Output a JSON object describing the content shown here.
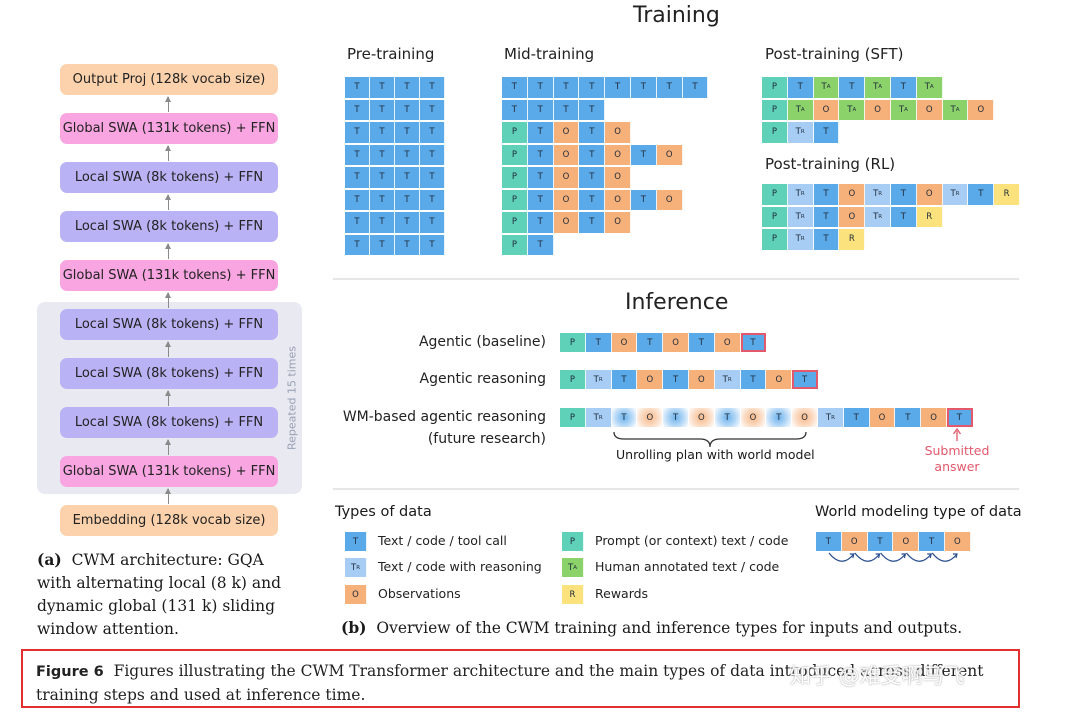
{
  "architecture": {
    "blocks": [
      {
        "label": "Output Proj  (128k vocab size)",
        "color": "peach"
      },
      {
        "label": "Global SWA  (131k tokens)  + FFN",
        "color": "pink"
      },
      {
        "label": "Local SWA  (8k tokens)  + FFN",
        "color": "lav"
      },
      {
        "label": "Local SWA  (8k tokens)  + FFN",
        "color": "lav"
      },
      {
        "label": "Global SWA  (131k tokens)  + FFN",
        "color": "pink"
      },
      {
        "label": "Local SWA  (8k tokens)  + FFN",
        "color": "lav"
      },
      {
        "label": "Local SWA  (8k tokens)  + FFN",
        "color": "lav"
      },
      {
        "label": "Local SWA  (8k tokens)  + FFN",
        "color": "lav"
      },
      {
        "label": "Global SWA  (131k tokens)  + FFN",
        "color": "pink"
      },
      {
        "label": "Embedding  (128k vocab size)",
        "color": "peach"
      }
    ],
    "repeat_label": "Repeated 15 times",
    "caption_tag": "(a)",
    "caption_lines": [
      "CWM architecture: GQA",
      "with alternating local (8 k) and",
      "dynamic global (131 k) sliding",
      "window attention."
    ]
  },
  "training": {
    "title": "Training",
    "pretraining": {
      "title": "Pre-training",
      "rows": [
        [
          "T",
          "T",
          "T",
          "T"
        ],
        [
          "T",
          "T",
          "T",
          "T"
        ],
        [
          "T",
          "T",
          "T",
          "T"
        ],
        [
          "T",
          "T",
          "T",
          "T"
        ],
        [
          "T",
          "T",
          "T",
          "T"
        ],
        [
          "T",
          "T",
          "T",
          "T"
        ],
        [
          "T",
          "T",
          "T",
          "T"
        ],
        [
          "T",
          "T",
          "T",
          "T"
        ]
      ]
    },
    "midtraining": {
      "title": "Mid-training",
      "rows": [
        [
          "T",
          "T",
          "T",
          "T",
          "T",
          "T",
          "T",
          "T"
        ],
        [
          "T",
          "T",
          "T",
          "T"
        ],
        [
          "P",
          "T",
          "O",
          "T",
          "O"
        ],
        [
          "P",
          "T",
          "O",
          "T",
          "O",
          "T",
          "O"
        ],
        [
          "P",
          "T",
          "O",
          "T",
          "O"
        ],
        [
          "P",
          "T",
          "O",
          "T",
          "O",
          "T",
          "O"
        ],
        [
          "P",
          "T",
          "O",
          "T",
          "O"
        ],
        [
          "P",
          "T"
        ]
      ]
    },
    "sft": {
      "title": "Post-training (SFT)",
      "rows": [
        [
          "P",
          "T",
          "TA",
          "T",
          "TA",
          "T",
          "TA"
        ],
        [
          "P",
          "TA",
          "O",
          "TA",
          "O",
          "TA",
          "O",
          "TA",
          "O"
        ],
        [
          "P",
          "TR",
          "T"
        ]
      ]
    },
    "rl": {
      "title": "Post-training (RL)",
      "rows": [
        [
          "P",
          "TR",
          "T",
          "O",
          "TR",
          "T",
          "O",
          "TR",
          "T",
          "R"
        ],
        [
          "P",
          "TR",
          "T",
          "O",
          "TR",
          "T",
          "R"
        ],
        [
          "P",
          "TR",
          "T",
          "R"
        ]
      ]
    }
  },
  "inference": {
    "title": "Inference",
    "rows": [
      {
        "label": "Agentic (baseline)",
        "tokens": [
          "P",
          "T",
          "O",
          "T",
          "O",
          "T",
          "O",
          "T*"
        ]
      },
      {
        "label": "Agentic reasoning",
        "tokens": [
          "P",
          "TR",
          "T",
          "O",
          "T",
          "O",
          "TR",
          "T",
          "O",
          "T*"
        ]
      },
      {
        "label": "WM-based agentic reasoning",
        "label2": "(future research)",
        "tokens": [
          "P",
          "TR",
          "TW",
          "OW",
          "TW",
          "OW",
          "TW",
          "OW",
          "TW",
          "OW",
          "TR",
          "T",
          "O",
          "T",
          "O",
          "T*"
        ]
      }
    ],
    "brace_label": "Unrolling plan with world model",
    "submitted_line1": "Submitted",
    "submitted_line2": "answer"
  },
  "legend": {
    "title": "Types of data",
    "items": [
      {
        "key": "T",
        "text": "Text / code / tool call"
      },
      {
        "key": "TR",
        "text": "Text / code with reasoning"
      },
      {
        "key": "O",
        "text": "Observations"
      },
      {
        "key": "P",
        "text": "Prompt (or context)  text / code"
      },
      {
        "key": "TA",
        "text": "Human annotated text / code"
      },
      {
        "key": "R",
        "text": "Rewards"
      }
    ],
    "wm_title": "World modeling type of data",
    "wm_tokens": [
      "T",
      "O",
      "T",
      "O",
      "T",
      "O"
    ]
  },
  "caption_b_tag": "(b)",
  "caption_b": "Overview of the CWM training and inference types for inputs and outputs.",
  "figure_caption": {
    "label": "Figure 6",
    "line1": "Figures illustrating the CWM Transformer architecture and the main types of data introduced across different",
    "line2": "training steps and used at inference time."
  },
  "watermark": "知乎 @难受啊马飞",
  "colors": {
    "T": "#5aa9e8",
    "P": "#5ed1b8",
    "O": "#f6b07a",
    "TA": "#8bd26a",
    "TR": "#a7cdf4",
    "R": "#fbe27d",
    "highlight": "#e2596b",
    "box_red": "#e23030"
  }
}
